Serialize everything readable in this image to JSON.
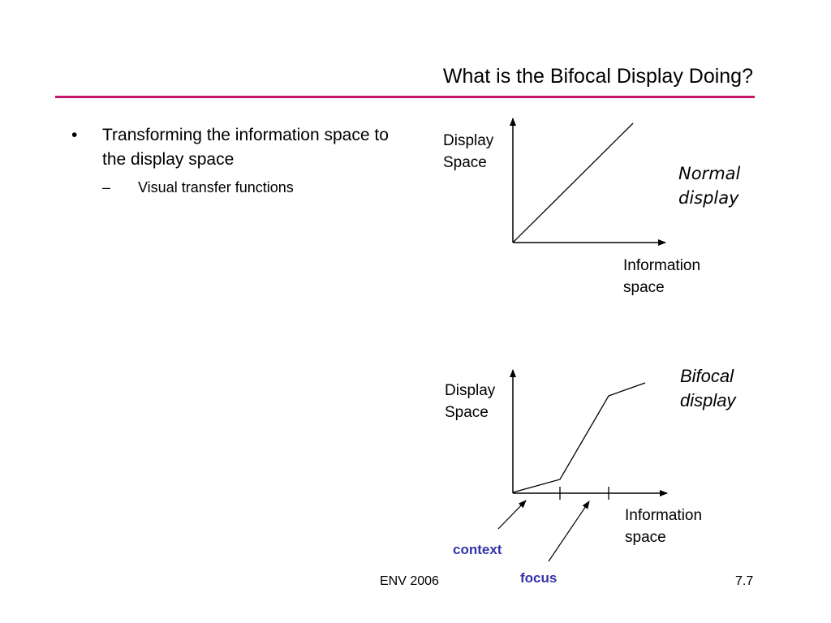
{
  "slide": {
    "title": "What is the Bifocal Display Doing?",
    "rule_color": "#c0166b",
    "bullet_mark": "•",
    "sub_mark": "–",
    "bullet_text": "Transforming the information space to the display space",
    "sub_bullet": "Visual transfer functions",
    "footer_left": "ENV 2006",
    "footer_right": "7.7"
  },
  "top_plot": {
    "y_label_1": "Display",
    "y_label_2": "Space",
    "x_label_1": "Information",
    "x_label_2": "space",
    "caption_1": "Normal",
    "caption_2": "display"
  },
  "bottom_plot": {
    "y_label_1": "Display",
    "y_label_2": "Space",
    "x_label_1": "Information",
    "x_label_2": "space",
    "caption_1": "Bifocal",
    "caption_2": "display",
    "context_label": "context",
    "focus_label": "focus",
    "label_color": "#3333aa"
  }
}
